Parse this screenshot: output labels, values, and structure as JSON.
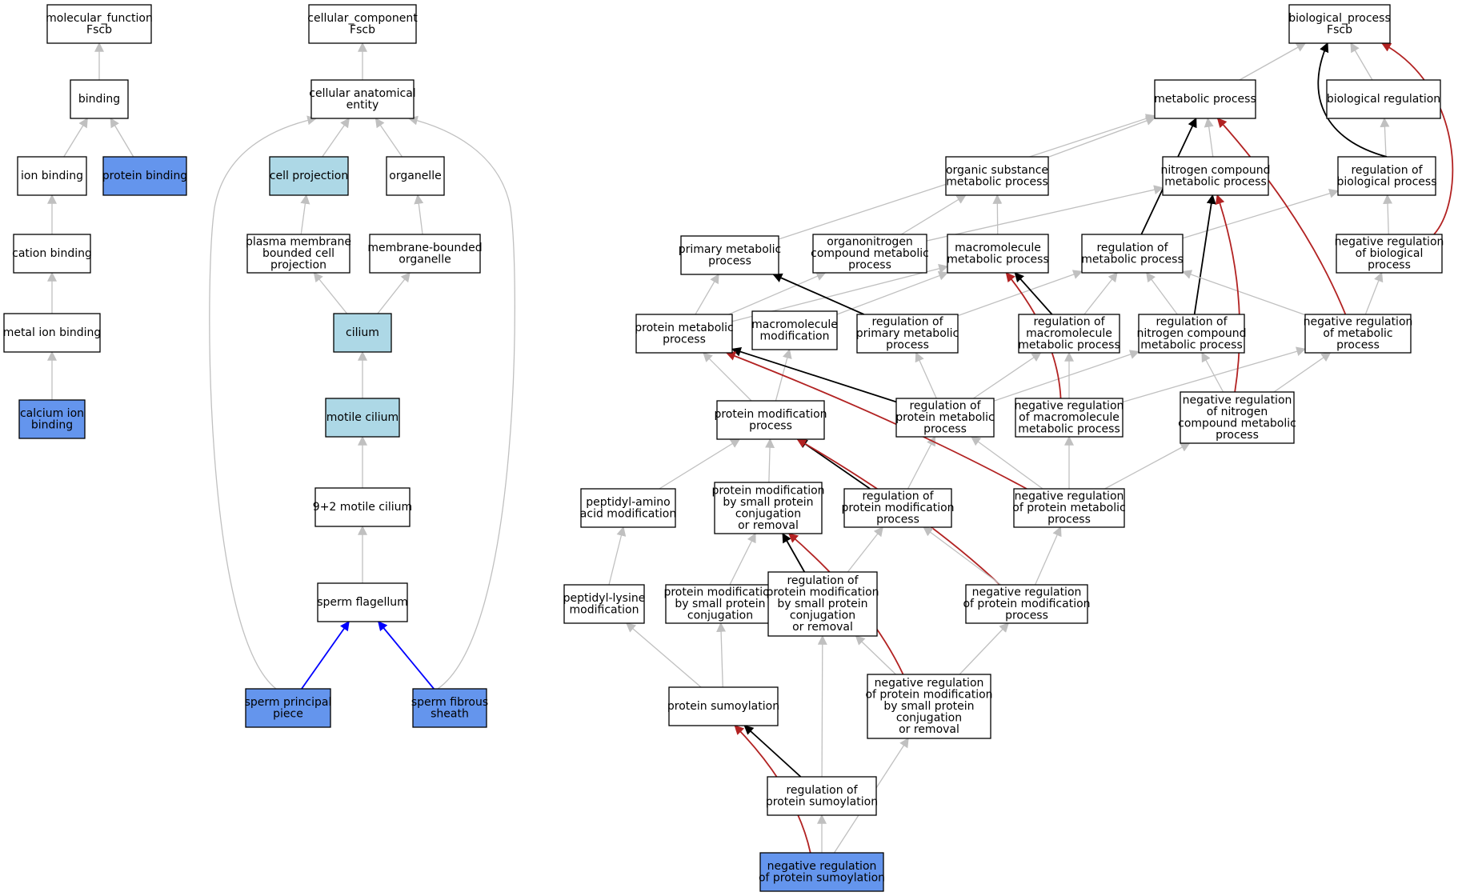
{
  "colors": {
    "default_fill": "#ffffff",
    "cellular_fill": "#add8e6",
    "annotated_fill": "#6495ed",
    "edge_is_a": "#c0c0c0",
    "edge_regulates": "#000000",
    "edge_negatively_regulates": "#b22222",
    "edge_part_of": "#0000ff"
  },
  "nodes": [
    {
      "id": "mf_root",
      "label": [
        "molecular_function",
        "Fscb"
      ],
      "fill": "default"
    },
    {
      "id": "binding",
      "label": [
        "binding"
      ],
      "fill": "default"
    },
    {
      "id": "ion_binding",
      "label": [
        "ion binding"
      ],
      "fill": "default"
    },
    {
      "id": "protein_binding",
      "label": [
        "protein binding"
      ],
      "fill": "annotated"
    },
    {
      "id": "cation_binding",
      "label": [
        "cation binding"
      ],
      "fill": "default"
    },
    {
      "id": "metal_ion_binding",
      "label": [
        "metal ion binding"
      ],
      "fill": "default"
    },
    {
      "id": "calcium_ion_binding",
      "label": [
        "calcium ion",
        "binding"
      ],
      "fill": "annotated"
    },
    {
      "id": "cc_root",
      "label": [
        "cellular_component",
        "Fscb"
      ],
      "fill": "default"
    },
    {
      "id": "cae",
      "label": [
        "cellular anatomical",
        "entity"
      ],
      "fill": "default"
    },
    {
      "id": "cell_projection",
      "label": [
        "cell projection"
      ],
      "fill": "cellular"
    },
    {
      "id": "organelle",
      "label": [
        "organelle"
      ],
      "fill": "default"
    },
    {
      "id": "pmbcp",
      "label": [
        "plasma membrane",
        "bounded cell",
        "projection"
      ],
      "fill": "default"
    },
    {
      "id": "mbo",
      "label": [
        "membrane-bounded",
        "organelle"
      ],
      "fill": "default"
    },
    {
      "id": "cilium",
      "label": [
        "cilium"
      ],
      "fill": "cellular"
    },
    {
      "id": "motile_cilium",
      "label": [
        "motile cilium"
      ],
      "fill": "cellular"
    },
    {
      "id": "mc92",
      "label": [
        "9+2 motile cilium"
      ],
      "fill": "default"
    },
    {
      "id": "sperm_flagellum",
      "label": [
        "sperm flagellum"
      ],
      "fill": "default"
    },
    {
      "id": "spp",
      "label": [
        "sperm principal",
        "piece"
      ],
      "fill": "annotated"
    },
    {
      "id": "sfs",
      "label": [
        "sperm fibrous",
        "sheath"
      ],
      "fill": "annotated"
    },
    {
      "id": "bp_root",
      "label": [
        "biological_process",
        "Fscb"
      ],
      "fill": "default"
    },
    {
      "id": "metabolic",
      "label": [
        "metabolic process"
      ],
      "fill": "default"
    },
    {
      "id": "bio_reg",
      "label": [
        "biological regulation"
      ],
      "fill": "default"
    },
    {
      "id": "osmp",
      "label": [
        "organic substance",
        "metabolic process"
      ],
      "fill": "default"
    },
    {
      "id": "ncmp",
      "label": [
        "nitrogen compound",
        "metabolic process"
      ],
      "fill": "default"
    },
    {
      "id": "rbp",
      "label": [
        "regulation of",
        "biological process"
      ],
      "fill": "default"
    },
    {
      "id": "pmp",
      "label": [
        "primary metabolic",
        "process"
      ],
      "fill": "default"
    },
    {
      "id": "ocmp",
      "label": [
        "organonitrogen",
        "compound metabolic",
        "process"
      ],
      "fill": "default"
    },
    {
      "id": "mmp",
      "label": [
        "macromolecule",
        "metabolic process"
      ],
      "fill": "default"
    },
    {
      "id": "rmp",
      "label": [
        "regulation of",
        "metabolic process"
      ],
      "fill": "default"
    },
    {
      "id": "nrbp",
      "label": [
        "negative regulation",
        "of biological",
        "process"
      ],
      "fill": "default"
    },
    {
      "id": "protmp",
      "label": [
        "protein metabolic",
        "process"
      ],
      "fill": "default"
    },
    {
      "id": "mm",
      "label": [
        "macromolecule",
        "modification"
      ],
      "fill": "default"
    },
    {
      "id": "rpmp",
      "label": [
        "regulation of",
        "primary metabolic",
        "process"
      ],
      "fill": "default"
    },
    {
      "id": "rmmp",
      "label": [
        "regulation of",
        "macromolecule",
        "metabolic process"
      ],
      "fill": "default"
    },
    {
      "id": "rncmp",
      "label": [
        "regulation of",
        "nitrogen compound",
        "metabolic process"
      ],
      "fill": "default"
    },
    {
      "id": "nrmp",
      "label": [
        "negative regulation",
        "of metabolic",
        "process"
      ],
      "fill": "default"
    },
    {
      "id": "pmodp",
      "label": [
        "protein modification",
        "process"
      ],
      "fill": "default"
    },
    {
      "id": "rprotmp",
      "label": [
        "regulation of",
        "protein metabolic",
        "process"
      ],
      "fill": "default"
    },
    {
      "id": "nrmmp",
      "label": [
        "negative regulation",
        "of macromolecule",
        "metabolic process"
      ],
      "fill": "default"
    },
    {
      "id": "nrncmp",
      "label": [
        "negative regulation",
        "of nitrogen",
        "compound metabolic",
        "process"
      ],
      "fill": "default"
    },
    {
      "id": "pam",
      "label": [
        "peptidyl-amino",
        "acid modification"
      ],
      "fill": "default"
    },
    {
      "id": "pmspcr",
      "label": [
        "protein modification",
        "by small protein",
        "conjugation",
        "or removal"
      ],
      "fill": "default"
    },
    {
      "id": "rpmodp",
      "label": [
        "regulation of",
        "protein modification",
        "process"
      ],
      "fill": "default"
    },
    {
      "id": "nrprotmp",
      "label": [
        "negative regulation",
        "of protein metabolic",
        "process"
      ],
      "fill": "default"
    },
    {
      "id": "plm",
      "label": [
        "peptidyl-lysine",
        "modification"
      ],
      "fill": "default"
    },
    {
      "id": "pmspc",
      "label": [
        "protein modification",
        "by small protein",
        "conjugation"
      ],
      "fill": "default"
    },
    {
      "id": "rpmspcr",
      "label": [
        "regulation of",
        "protein modification",
        "by small protein",
        "conjugation",
        "or removal"
      ],
      "fill": "default"
    },
    {
      "id": "nrpmodp",
      "label": [
        "negative regulation",
        "of protein modification",
        "process"
      ],
      "fill": "default"
    },
    {
      "id": "ps",
      "label": [
        "protein sumoylation"
      ],
      "fill": "default"
    },
    {
      "id": "nrpmspcr",
      "label": [
        "negative regulation",
        "of protein modification",
        "by small protein",
        "conjugation",
        "or removal"
      ],
      "fill": "default"
    },
    {
      "id": "rps",
      "label": [
        "regulation of",
        "protein sumoylation"
      ],
      "fill": "default"
    },
    {
      "id": "nrps",
      "label": [
        "negative regulation",
        "of protein sumoylation"
      ],
      "fill": "annotated"
    }
  ],
  "edges": [
    {
      "from": "binding",
      "to": "mf_root",
      "type": "is_a"
    },
    {
      "from": "ion_binding",
      "to": "binding",
      "type": "is_a"
    },
    {
      "from": "protein_binding",
      "to": "binding",
      "type": "is_a"
    },
    {
      "from": "cation_binding",
      "to": "ion_binding",
      "type": "is_a"
    },
    {
      "from": "metal_ion_binding",
      "to": "cation_binding",
      "type": "is_a"
    },
    {
      "from": "calcium_ion_binding",
      "to": "metal_ion_binding",
      "type": "is_a"
    },
    {
      "from": "cae",
      "to": "cc_root",
      "type": "is_a"
    },
    {
      "from": "cell_projection",
      "to": "cae",
      "type": "is_a"
    },
    {
      "from": "organelle",
      "to": "cae",
      "type": "is_a"
    },
    {
      "from": "pmbcp",
      "to": "cell_projection",
      "type": "is_a"
    },
    {
      "from": "mbo",
      "to": "organelle",
      "type": "is_a"
    },
    {
      "from": "cilium",
      "to": "pmbcp",
      "type": "is_a"
    },
    {
      "from": "cilium",
      "to": "mbo",
      "type": "is_a"
    },
    {
      "from": "motile_cilium",
      "to": "cilium",
      "type": "is_a"
    },
    {
      "from": "mc92",
      "to": "motile_cilium",
      "type": "is_a"
    },
    {
      "from": "sperm_flagellum",
      "to": "mc92",
      "type": "is_a"
    },
    {
      "from": "spp",
      "to": "sperm_flagellum",
      "type": "part_of"
    },
    {
      "from": "sfs",
      "to": "sperm_flagellum",
      "type": "part_of"
    },
    {
      "from": "spp",
      "to": "cae",
      "type": "is_a",
      "curve": "left"
    },
    {
      "from": "sfs",
      "to": "cae",
      "type": "is_a",
      "curve": "right"
    },
    {
      "from": "metabolic",
      "to": "bp_root",
      "type": "is_a"
    },
    {
      "from": "bio_reg",
      "to": "bp_root",
      "type": "is_a"
    },
    {
      "from": "rbp",
      "to": "bio_reg",
      "type": "is_a"
    },
    {
      "from": "rbp",
      "to": "bp_root",
      "type": "regulates",
      "curve": "bow-left"
    },
    {
      "from": "nrbp",
      "to": "bp_root",
      "type": "negatively_regulates",
      "curve": "bow-right"
    },
    {
      "from": "nrbp",
      "to": "rbp",
      "type": "is_a"
    },
    {
      "from": "osmp",
      "to": "metabolic",
      "type": "is_a"
    },
    {
      "from": "ncmp",
      "to": "metabolic",
      "type": "is_a"
    },
    {
      "from": "pmp",
      "to": "metabolic",
      "type": "is_a"
    },
    {
      "from": "mmp",
      "to": "osmp",
      "type": "is_a"
    },
    {
      "from": "ocmp",
      "to": "osmp",
      "type": "is_a"
    },
    {
      "from": "ocmp",
      "to": "ncmp",
      "type": "is_a"
    },
    {
      "from": "rmp",
      "to": "metabolic",
      "type": "regulates"
    },
    {
      "from": "rmp",
      "to": "rbp",
      "type": "is_a"
    },
    {
      "from": "protmp",
      "to": "pmp",
      "type": "is_a"
    },
    {
      "from": "protmp",
      "to": "ocmp",
      "type": "is_a"
    },
    {
      "from": "protmp",
      "to": "mmp",
      "type": "is_a"
    },
    {
      "from": "mm",
      "to": "mmp",
      "type": "is_a"
    },
    {
      "from": "rpmp",
      "to": "pmp",
      "type": "regulates"
    },
    {
      "from": "rpmp",
      "to": "rmp",
      "type": "is_a"
    },
    {
      "from": "rmmp",
      "to": "mmp",
      "type": "regulates"
    },
    {
      "from": "rmmp",
      "to": "rmp",
      "type": "is_a"
    },
    {
      "from": "rncmp",
      "to": "ncmp",
      "type": "regulates"
    },
    {
      "from": "rncmp",
      "to": "rmp",
      "type": "is_a"
    },
    {
      "from": "nrmp",
      "to": "metabolic",
      "type": "negatively_regulates"
    },
    {
      "from": "nrmp",
      "to": "rmp",
      "type": "is_a"
    },
    {
      "from": "nrmp",
      "to": "nrbp",
      "type": "is_a"
    },
    {
      "from": "pmodp",
      "to": "protmp",
      "type": "is_a"
    },
    {
      "from": "pmodp",
      "to": "mm",
      "type": "is_a"
    },
    {
      "from": "rprotmp",
      "to": "protmp",
      "type": "regulates"
    },
    {
      "from": "rprotmp",
      "to": "rpmp",
      "type": "is_a"
    },
    {
      "from": "rprotmp",
      "to": "rmmp",
      "type": "is_a"
    },
    {
      "from": "rprotmp",
      "to": "rncmp",
      "type": "is_a"
    },
    {
      "from": "nrmmp",
      "to": "mmp",
      "type": "negatively_regulates"
    },
    {
      "from": "nrmmp",
      "to": "rmmp",
      "type": "is_a"
    },
    {
      "from": "nrmmp",
      "to": "nrmp",
      "type": "is_a"
    },
    {
      "from": "nrncmp",
      "to": "ncmp",
      "type": "negatively_regulates"
    },
    {
      "from": "nrncmp",
      "to": "rncmp",
      "type": "is_a"
    },
    {
      "from": "nrncmp",
      "to": "nrmp",
      "type": "is_a"
    },
    {
      "from": "pam",
      "to": "pmodp",
      "type": "is_a"
    },
    {
      "from": "pmspcr",
      "to": "pmodp",
      "type": "is_a"
    },
    {
      "from": "rpmodp",
      "to": "pmodp",
      "type": "regulates"
    },
    {
      "from": "rpmodp",
      "to": "rprotmp",
      "type": "is_a"
    },
    {
      "from": "nrprotmp",
      "to": "protmp",
      "type": "negatively_regulates"
    },
    {
      "from": "nrprotmp",
      "to": "rprotmp",
      "type": "is_a"
    },
    {
      "from": "nrprotmp",
      "to": "nrmmp",
      "type": "is_a"
    },
    {
      "from": "nrprotmp",
      "to": "nrncmp",
      "type": "is_a"
    },
    {
      "from": "plm",
      "to": "pam",
      "type": "is_a"
    },
    {
      "from": "pmspc",
      "to": "pmspcr",
      "type": "is_a"
    },
    {
      "from": "rpmspcr",
      "to": "pmspcr",
      "type": "regulates"
    },
    {
      "from": "rpmspcr",
      "to": "rpmodp",
      "type": "is_a"
    },
    {
      "from": "nrpmodp",
      "to": "pmodp",
      "type": "negatively_regulates"
    },
    {
      "from": "nrpmodp",
      "to": "rpmodp",
      "type": "is_a"
    },
    {
      "from": "nrpmodp",
      "to": "nrprotmp",
      "type": "is_a"
    },
    {
      "from": "ps",
      "to": "plm",
      "type": "is_a"
    },
    {
      "from": "ps",
      "to": "pmspc",
      "type": "is_a"
    },
    {
      "from": "nrpmspcr",
      "to": "pmspcr",
      "type": "negatively_regulates"
    },
    {
      "from": "nrpmspcr",
      "to": "rpmspcr",
      "type": "is_a"
    },
    {
      "from": "nrpmspcr",
      "to": "nrpmodp",
      "type": "is_a"
    },
    {
      "from": "rps",
      "to": "ps",
      "type": "regulates"
    },
    {
      "from": "rps",
      "to": "rpmspcr",
      "type": "is_a"
    },
    {
      "from": "nrps",
      "to": "ps",
      "type": "negatively_regulates"
    },
    {
      "from": "nrps",
      "to": "rps",
      "type": "is_a"
    },
    {
      "from": "nrps",
      "to": "nrpmspcr",
      "type": "is_a"
    }
  ]
}
